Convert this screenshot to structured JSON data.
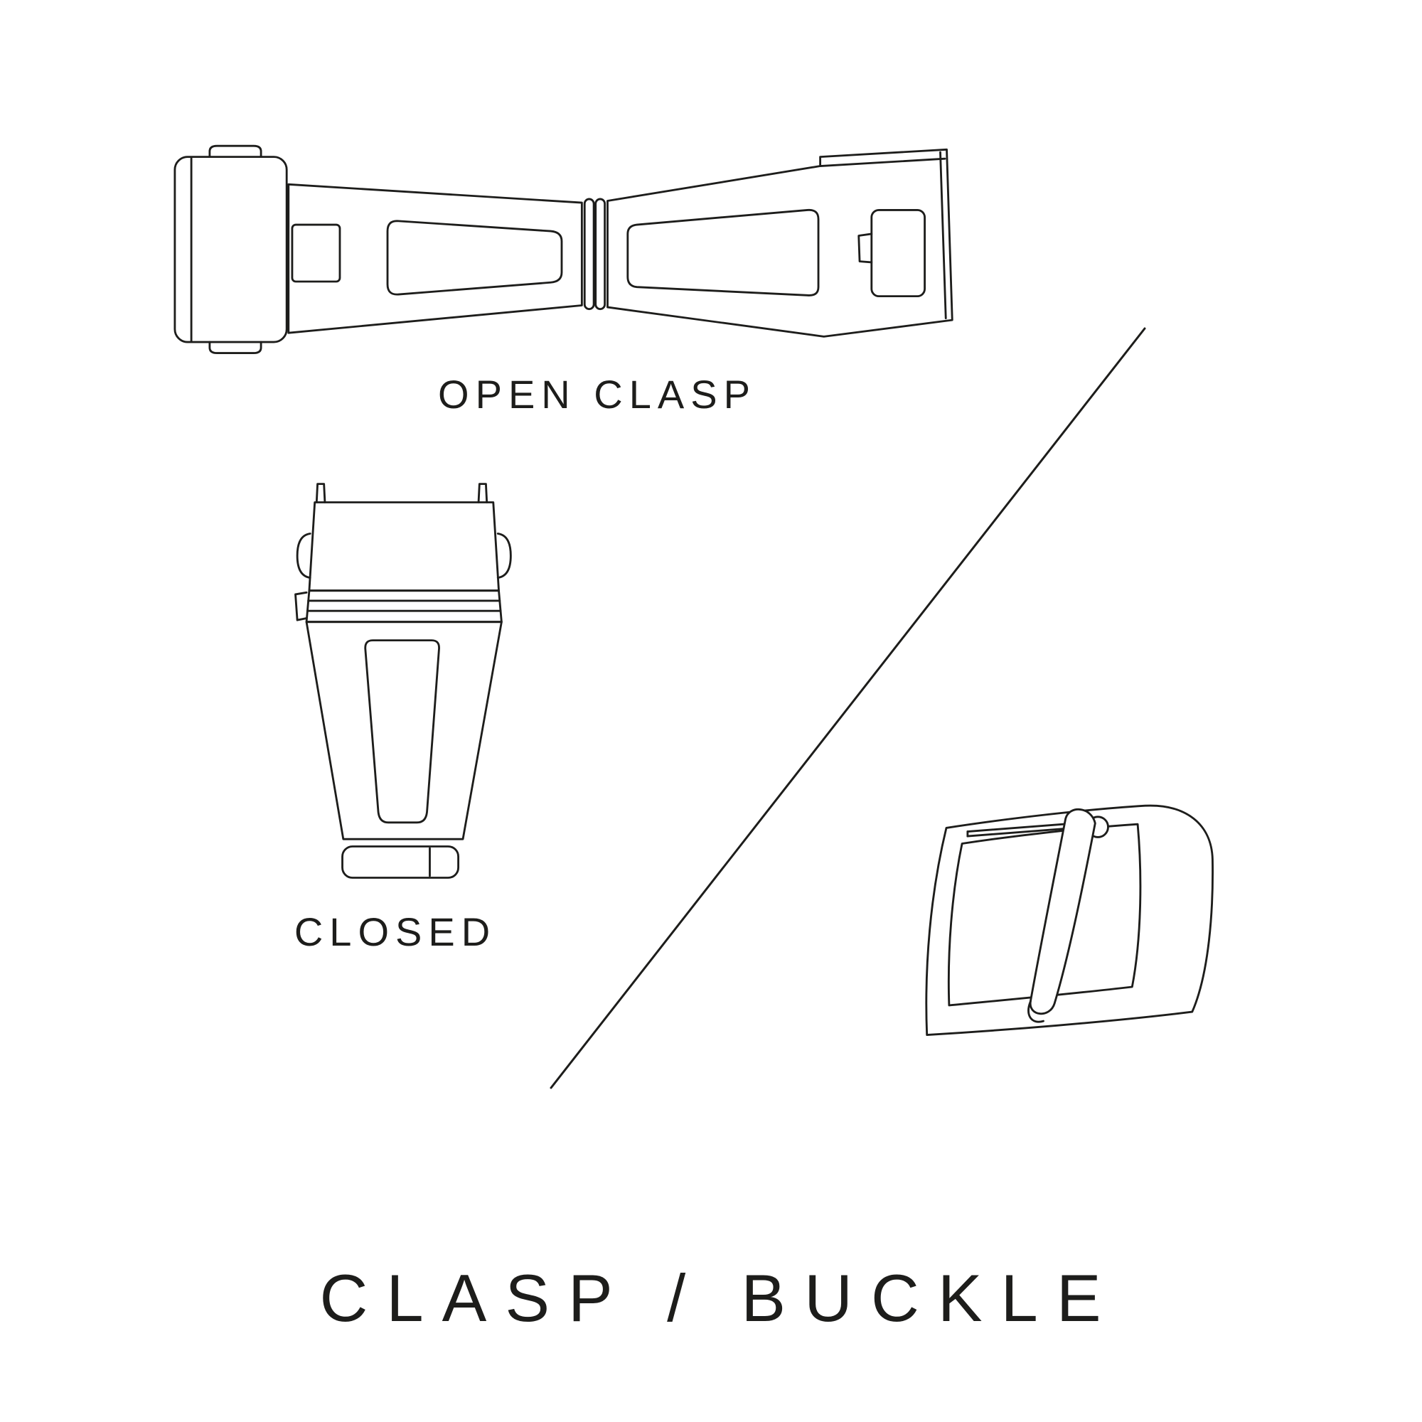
{
  "page": {
    "background": "#ffffff",
    "ink_color": "#1d1d1b"
  },
  "title": "CLASP / BUCKLE",
  "figures": {
    "open_clasp": {
      "label": "OPEN CLASP",
      "description": "deployant watch clasp shown unfolded open, top view line drawing"
    },
    "closed_clasp": {
      "label": "CLOSED",
      "description": "deployant watch clasp shown folded closed, top view line drawing"
    },
    "buckle": {
      "description": "tang watch buckle with pin and spring bar, perspective line drawing"
    }
  },
  "divider": {
    "description": "thin diagonal separator line between clasp figures and buckle figure"
  }
}
